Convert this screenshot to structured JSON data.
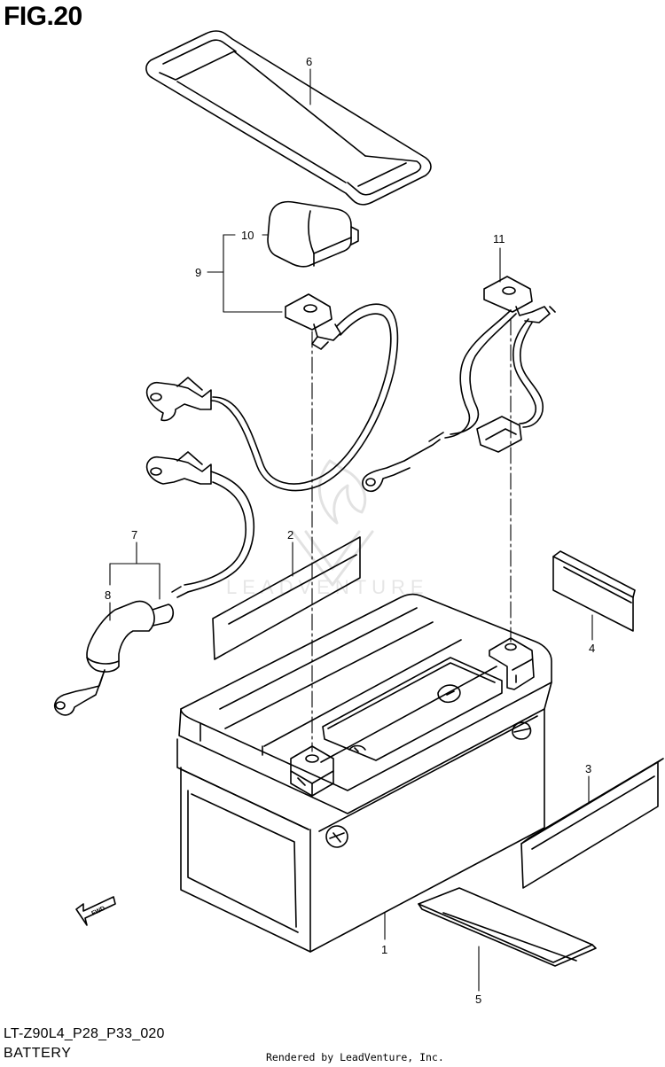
{
  "figure": {
    "title": "FIG.20",
    "code": "LT-Z90L4_P28_P33_020",
    "name": "BATTERY"
  },
  "footer": {
    "credit": "Rendered by LeadVenture, Inc."
  },
  "watermark": {
    "text": "LEADVENTURE"
  },
  "fwd_arrow": {
    "label": "FWD"
  },
  "callouts": {
    "c1": "1",
    "c2": "2",
    "c3": "3",
    "c4": "4",
    "c5": "5",
    "c6": "6",
    "c7": "7",
    "c8": "8",
    "c9": "9",
    "c10": "10",
    "c11": "11"
  },
  "colors": {
    "ink": "#000000",
    "paper": "#ffffff",
    "watermark": "#e6e6e6"
  }
}
